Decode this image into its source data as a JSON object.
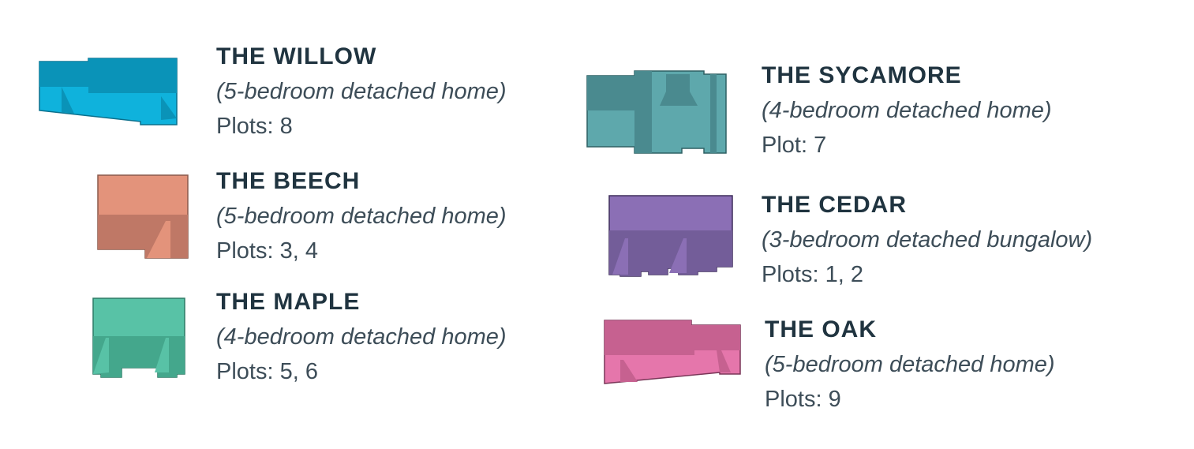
{
  "houses": [
    {
      "name": "THE WILLOW",
      "type": "(5-bedroom detached home)",
      "plots": "Plots: 8",
      "color": "#0fb2dc",
      "shade": "#0a93b8"
    },
    {
      "name": "THE BEECH",
      "type": "(5-bedroom detached home)",
      "plots": "Plots: 3, 4",
      "color": "#e3937b",
      "shade": "#bf7866"
    },
    {
      "name": "THE MAPLE",
      "type": "(4-bedroom detached home)",
      "plots": "Plots: 5, 6",
      "color": "#58c2a6",
      "shade": "#44a78c"
    },
    {
      "name": "THE SYCAMORE",
      "type": "(4-bedroom detached home)",
      "plots": "Plot: 7",
      "color": "#5ea8ac",
      "shade": "#4a8a8f"
    },
    {
      "name": "THE CEDAR",
      "type": "(3-bedroom detached bungalow)",
      "plots": "Plots: 1, 2",
      "color": "#8b6fb5",
      "shade": "#735d99"
    },
    {
      "name": "THE OAK",
      "type": "(5-bedroom detached home)",
      "plots": "Plots: 9",
      "color": "#e576ab",
      "shade": "#c66190"
    }
  ]
}
